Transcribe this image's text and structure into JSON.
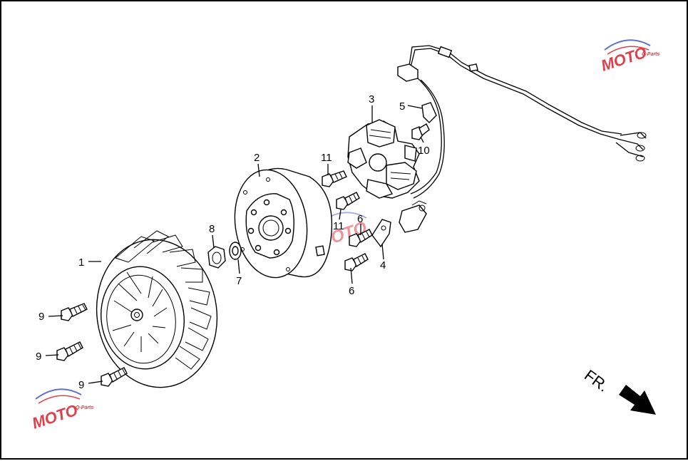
{
  "labels": {
    "p1": "1",
    "p2": "2",
    "p3": "3",
    "p4": "4",
    "p5": "5",
    "p6a": "6",
    "p6b": "6",
    "p7": "7",
    "p8": "8",
    "p9a": "9",
    "p9b": "9",
    "p9c": "9",
    "p10": "10",
    "p11a": "11",
    "p11b": "11"
  },
  "direction": {
    "text": "FR."
  },
  "watermark": {
    "text": "MOTO",
    "subtext": "Q-Parts",
    "color_red": "#e0404a",
    "color_blue": "#6070c8"
  }
}
